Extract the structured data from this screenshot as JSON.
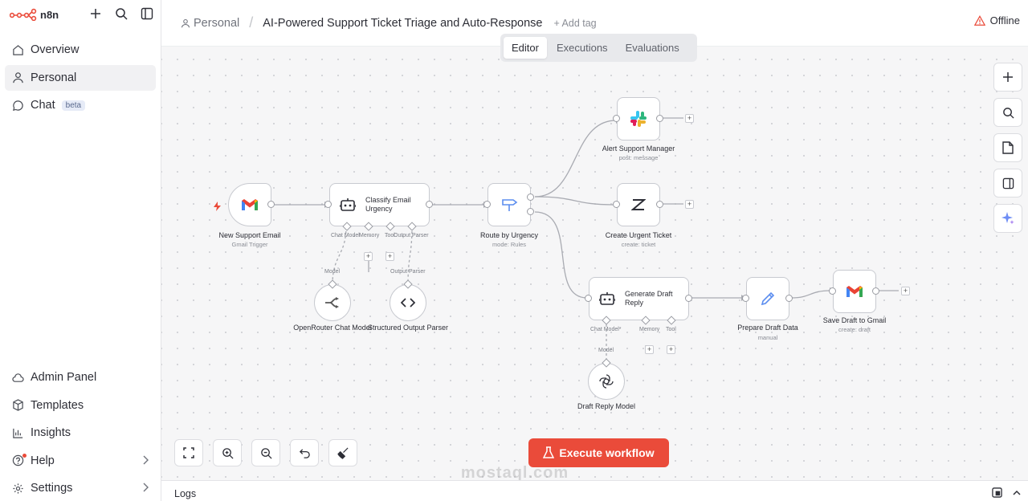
{
  "app": {
    "name": "n8n"
  },
  "sidebar": {
    "top_items": [
      {
        "label": "Overview",
        "icon": "home-icon"
      },
      {
        "label": "Personal",
        "icon": "user-icon",
        "active": true
      },
      {
        "label": "Chat",
        "icon": "chat-icon",
        "badge": "beta"
      }
    ],
    "bottom_items": [
      {
        "label": "Admin Panel",
        "icon": "cloud-icon"
      },
      {
        "label": "Templates",
        "icon": "package-icon"
      },
      {
        "label": "Insights",
        "icon": "chart-icon"
      },
      {
        "label": "Help",
        "icon": "help-icon"
      },
      {
        "label": "Settings",
        "icon": "gear-icon"
      }
    ]
  },
  "header": {
    "project": "Personal",
    "workflow_title": "AI-Powered Support Ticket Triage and Auto-Response",
    "add_tag": "+ Add tag",
    "status": "Offline"
  },
  "tabs": [
    "Editor",
    "Executions",
    "Evaluations"
  ],
  "nodes": {
    "gmail_trigger": {
      "title": "New Support Email",
      "subtitle": "Gmail Trigger"
    },
    "classify": {
      "label": "Classify Email Urgency",
      "ports": [
        "Chat Model",
        "Memory",
        "Tool",
        "Output Parser"
      ]
    },
    "route": {
      "title": "Route by Urgency",
      "subtitle": "mode: Rules"
    },
    "slack": {
      "title": "Alert Support Manager",
      "subtitle": "post: message"
    },
    "zendesk": {
      "title": "Create Urgent Ticket",
      "subtitle": "create: ticket"
    },
    "generate": {
      "label": "Generate Draft Reply",
      "ports": [
        "Chat Model*",
        "Memory",
        "Tool"
      ]
    },
    "prepare": {
      "title": "Prepare Draft Data",
      "subtitle": "manual"
    },
    "save_gmail": {
      "title": "Save Draft to Gmail",
      "subtitle": "create: draft"
    },
    "openrouter": {
      "title": "OpenRouter Chat Model",
      "port": "Model"
    },
    "parser": {
      "title": "Structured Output Parser",
      "port": "Output Parser"
    },
    "draft_model": {
      "title": "Draft Reply Model",
      "port": "Model"
    }
  },
  "execute_button": "Execute workflow",
  "logs": {
    "title": "Logs"
  },
  "watermark": "mostaql.com",
  "colors": {
    "accent": "#ea4b3a",
    "gmail_red": "#ea4335"
  }
}
